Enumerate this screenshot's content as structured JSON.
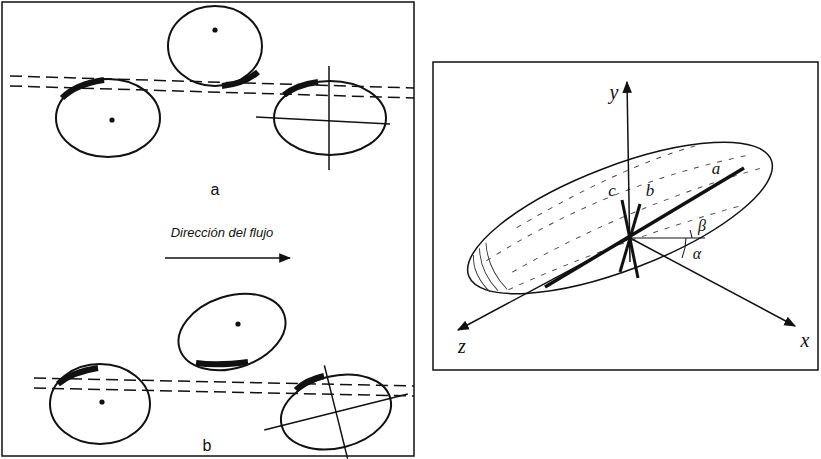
{
  "diagram": {
    "labels": [
      "a",
      "Dirección del flujo",
      "b",
      "y",
      "c",
      "b",
      "a",
      "β",
      "α",
      "z",
      "x"
    ]
  }
}
